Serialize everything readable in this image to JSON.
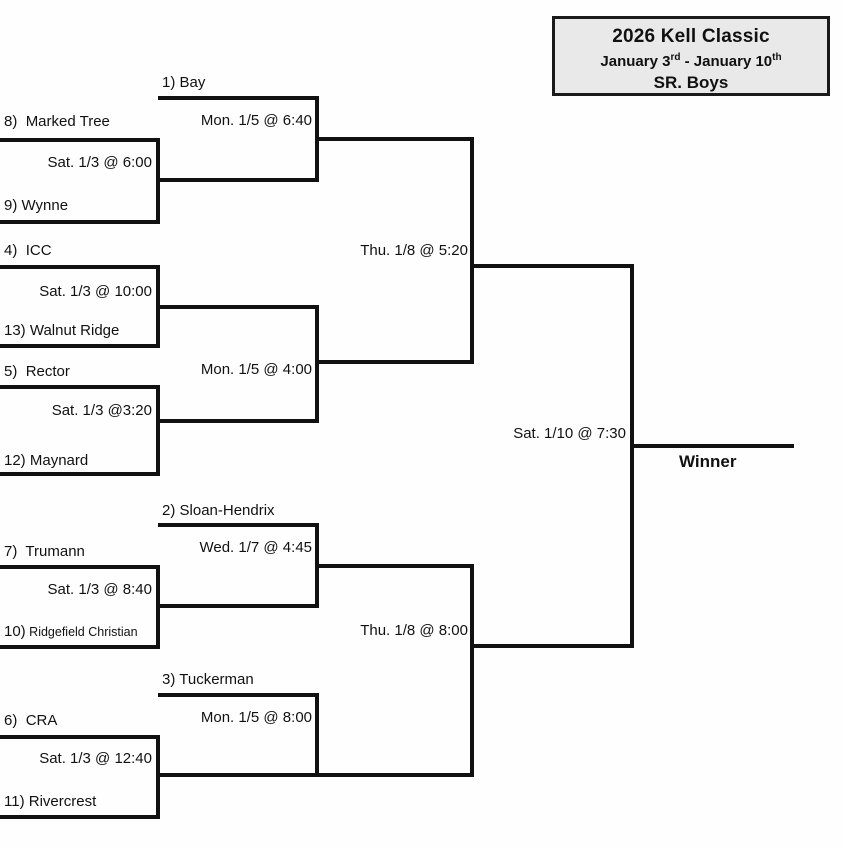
{
  "title": {
    "name": "2026 Kell Classic",
    "dates_prefix": "January 3",
    "dates_sup1": "rd",
    "dates_mid": " - January 10",
    "dates_sup2": "th",
    "division": "SR. Boys"
  },
  "winner_label": "Winner",
  "bracket": {
    "round1": [
      {
        "top_seed": "8)",
        "top_team": "Marked Tree",
        "bottom_seed": "9)",
        "bottom_team": "Wynne",
        "game": "Sat. 1/3 @ 6:00"
      },
      {
        "top_seed": "4)",
        "top_team": "ICC",
        "bottom_seed": "13)",
        "bottom_team": "Walnut Ridge",
        "game": "Sat. 1/3 @ 10:00"
      },
      {
        "top_seed": "5)",
        "top_team": "Rector",
        "bottom_seed": "12)",
        "bottom_team": "Maynard",
        "game": "Sat. 1/3 @3:20"
      },
      {
        "top_seed": "7)",
        "top_team": "Trumann",
        "bottom_seed": "10)",
        "bottom_team": "Ridgefield Christian",
        "game": "Sat. 1/3 @ 8:40"
      },
      {
        "top_seed": "6)",
        "top_team": "CRA",
        "bottom_seed": "11)",
        "bottom_team": "Rivercrest",
        "game": "Sat. 1/3 @ 12:40"
      }
    ],
    "round2": [
      {
        "seed": "1)",
        "team": "Bay",
        "game": "Mon. 1/5 @ 6:40"
      },
      {
        "seed": "",
        "team": "",
        "game": "Mon. 1/5 @ 4:00"
      },
      {
        "seed": "2)",
        "team": "Sloan-Hendrix",
        "game": "Wed. 1/7 @ 4:45"
      },
      {
        "seed": "3)",
        "team": "Tuckerman",
        "game": "Mon. 1/5 @ 8:00"
      }
    ],
    "semifinals": [
      {
        "game": "Thu. 1/8 @ 5:20"
      },
      {
        "game": "Thu. 1/8 @ 8:00"
      }
    ],
    "final": {
      "game": "Sat. 1/10 @ 7:30"
    }
  }
}
